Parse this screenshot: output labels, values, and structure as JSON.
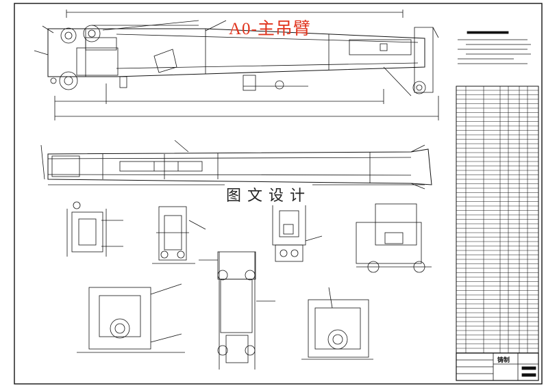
{
  "drawing": {
    "title_overlay": "A0-主吊臂",
    "watermark": "图文设计",
    "title_block_heading": "铸制"
  },
  "colors": {
    "line": "#111111",
    "title_overlay": "#e0331c",
    "background": "#ffffff"
  }
}
